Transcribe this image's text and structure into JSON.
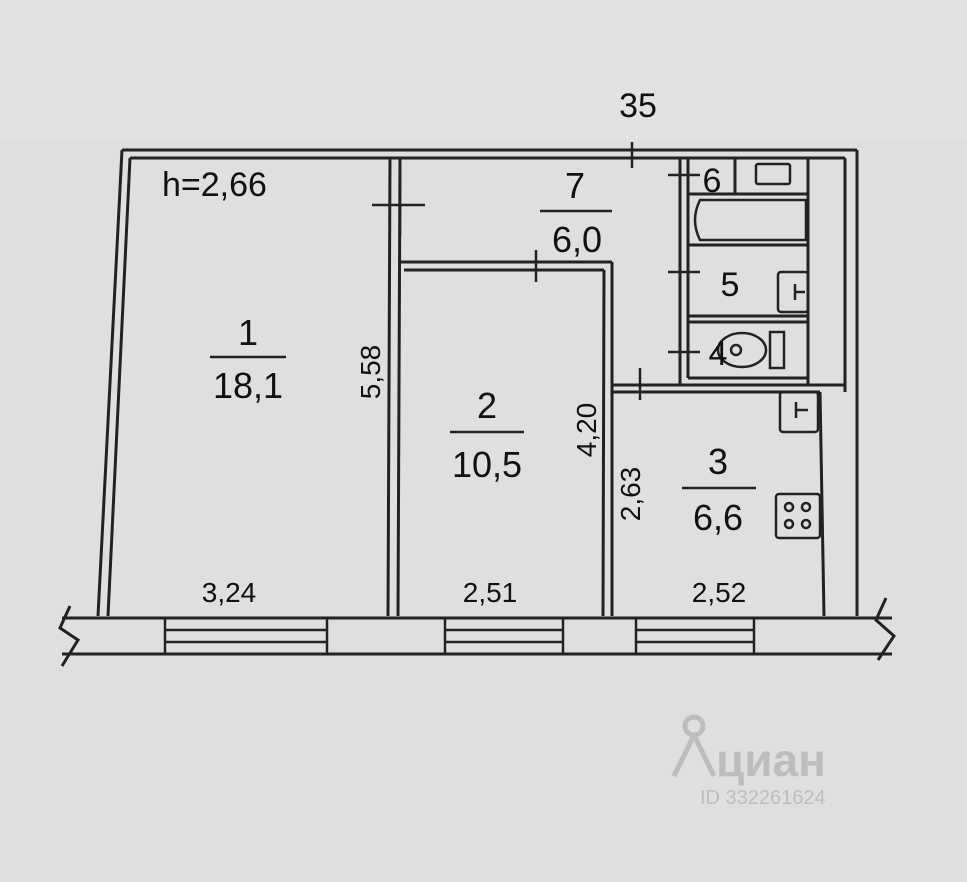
{
  "plan": {
    "sheet_number": "35",
    "ceiling_height": "h=2,66",
    "rooms": [
      {
        "number": "1",
        "area": "18,1"
      },
      {
        "number": "2",
        "area": "10,5"
      },
      {
        "number": "3",
        "area": "6,6"
      },
      {
        "number": "4"
      },
      {
        "number": "5"
      },
      {
        "number": "6"
      },
      {
        "number": "7",
        "area": "6,0"
      }
    ],
    "dimensions": {
      "room1_length": "5,58",
      "room2_length": "4,20",
      "room3_length": "2,63",
      "room1_width": "3,24",
      "room2_width": "2,51",
      "room3_width": "2,52"
    }
  },
  "watermark": {
    "brand": "циан",
    "id_text": "ID 332261624"
  },
  "colors": {
    "paper": "#dfdfdd",
    "ink": "#222222",
    "watermark": "#b8b8b8"
  }
}
